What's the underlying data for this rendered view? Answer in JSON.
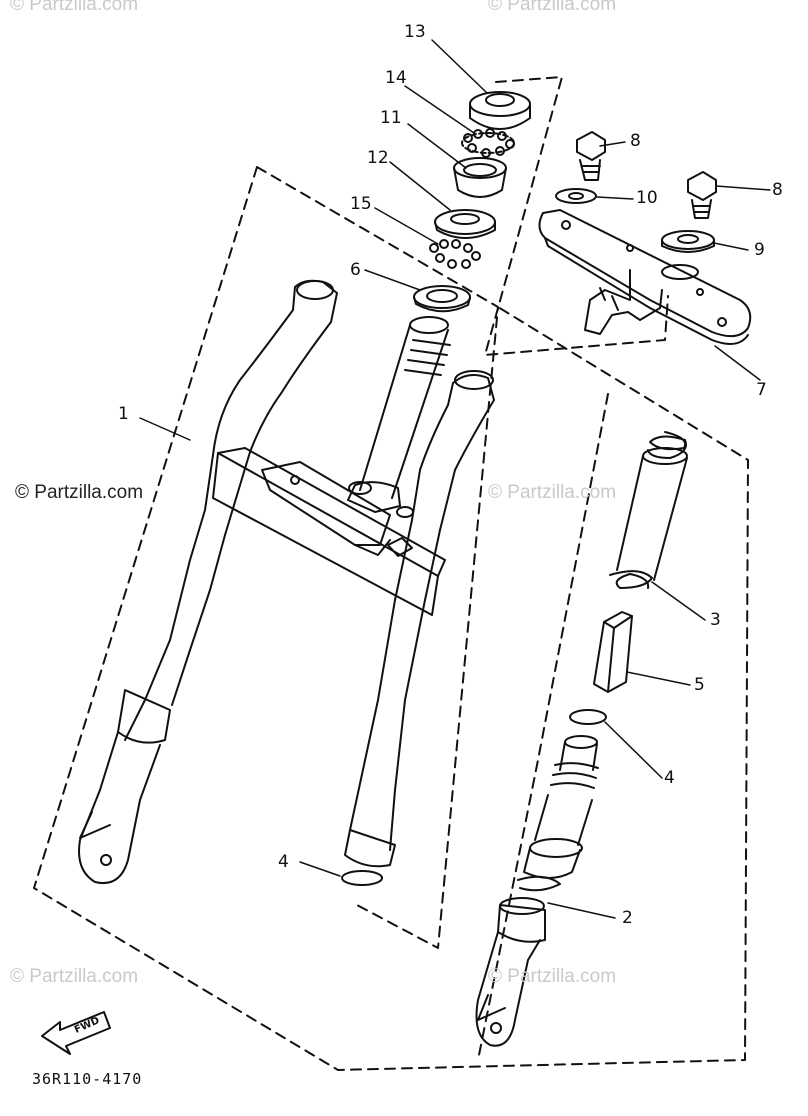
{
  "watermarks": {
    "top_left": "© Partzilla.com",
    "top_right": "© Partzilla.com",
    "mid_left": "© Partzilla.com",
    "mid_right": "© Partzilla.com",
    "bottom_left": "© Partzilla.com",
    "bottom_right": "© Partzilla.com"
  },
  "callouts": {
    "c1": "1",
    "c2": "2",
    "c3": "3",
    "c4a": "4",
    "c4b": "4",
    "c5": "5",
    "c6": "6",
    "c7": "7",
    "c8a": "8",
    "c8b": "8",
    "c9": "9",
    "c10": "10",
    "c11": "11",
    "c12": "12",
    "c13": "13",
    "c14": "14",
    "c15": "15"
  },
  "fwd_label": "FWD",
  "diagram_code": "36R110-4170",
  "colors": {
    "line": "#111111",
    "watermark": "#c9c9c9"
  }
}
